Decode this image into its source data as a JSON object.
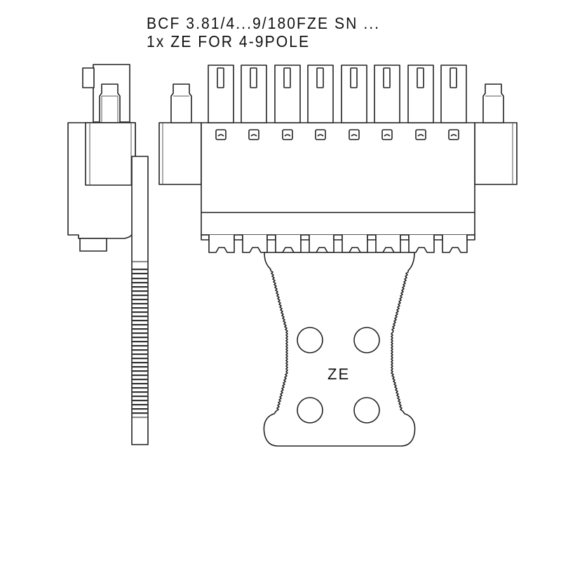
{
  "title": {
    "line1": "BCF 3.81/4...9/180FZE SN ...",
    "line2": "1x ZE FOR 4-9POLE"
  },
  "drawing": {
    "side_view": {
      "label": "side-view"
    },
    "front_view": {
      "pole_count": 8,
      "label": "front-view"
    },
    "ze_tab": {
      "label": "ZE",
      "hole_count": 4
    },
    "line_color": "#222222",
    "background": "#ffffff"
  }
}
